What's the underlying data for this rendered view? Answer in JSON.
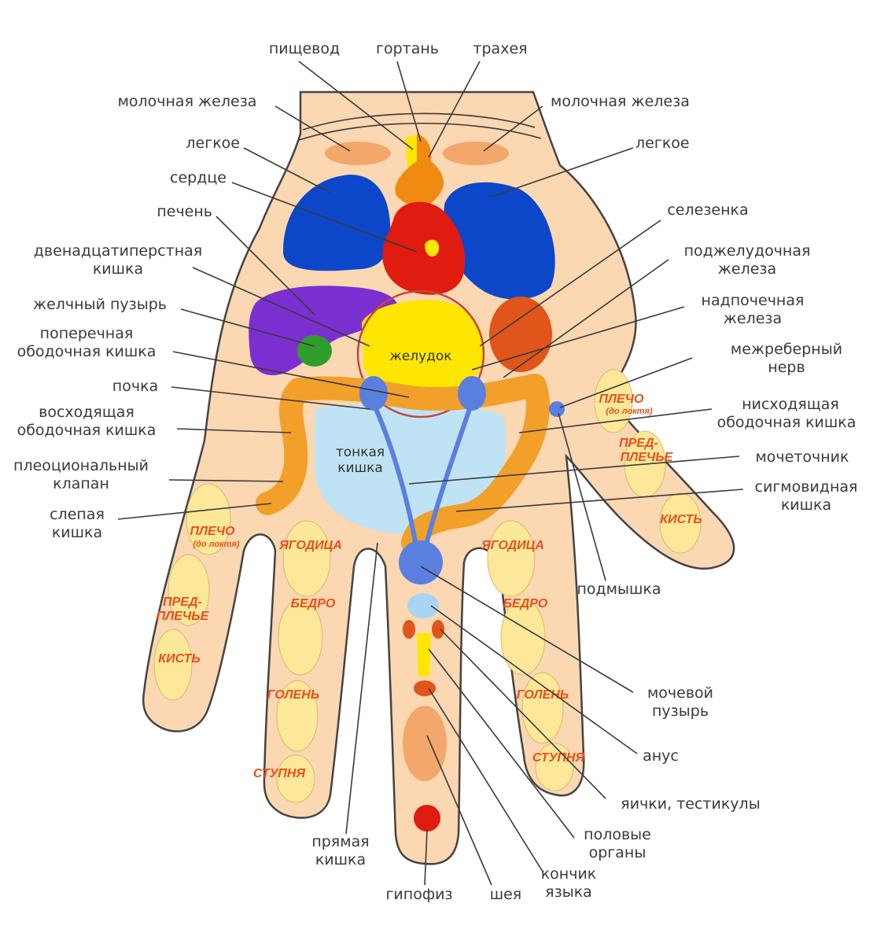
{
  "labels": {
    "esophagus": "пищевод",
    "larynx": "гортань",
    "trachea": "трахея",
    "mammary_left": "молочная железа",
    "mammary_right": "молочная железа",
    "lung_left": "легкое",
    "lung_right": "легкое",
    "heart": "сердце",
    "liver": "печень",
    "duodenum_1": "двенадцатиперстная",
    "duodenum_2": "кишка",
    "gallbladder": "желчный пузырь",
    "transverse_1": "поперечная",
    "transverse_2": "ободочная кишка",
    "kidney": "почка",
    "ascending_1": "восходящая",
    "ascending_2": "ободочная кишка",
    "ileocecal_1": "плеоциональный",
    "ileocecal_2": "клапан",
    "cecum_1": "слепая",
    "cecum_2": "кишка",
    "spleen": "селезенка",
    "pancreas_1": "поджелудочная",
    "pancreas_2": "железа",
    "adrenal_1": "надпочечная",
    "adrenal_2": "железа",
    "intercostal_1": "межреберный",
    "intercostal_2": "нерв",
    "descending_1": "нисходящая",
    "descending_2": "ободочная кишка",
    "ureter": "мочеточник",
    "sigmoid_1": "сигмовидная",
    "sigmoid_2": "кишка",
    "armpit": "подмышка",
    "bladder_1": "мочевой",
    "bladder_2": "пузырь",
    "anus": "анус",
    "testicles": "яички, тестикулы",
    "genitals_1": "половые",
    "genitals_2": "органы",
    "tongue_1": "кончик",
    "tongue_2": "языка",
    "neck": "шея",
    "pituitary": "гипофиз",
    "rectum_1": "прямая",
    "rectum_2": "кишка"
  },
  "organs": {
    "stomach": "желудок",
    "small_intestine_1": "тонкая",
    "small_intestine_2": "кишка"
  },
  "limbs": {
    "shoulder": "ПЛЕЧО",
    "to_elbow": "(до локтя)",
    "forearm_1": "ПРЕД-",
    "forearm_2": "ПЛЕЧЬЕ",
    "hand": "КИСТЬ",
    "buttock": "ЯГОДИЦА",
    "thigh": "БЕДРО",
    "shin": "ГОЛЕНЬ",
    "foot": "СТУПНЯ"
  },
  "colors": {
    "skin": "#fbd7b2",
    "outline": "#444444",
    "lung": "#0d47c9",
    "heart": "#e01b10",
    "liver": "#7b2fd0",
    "gallbladder": "#2e9e2a",
    "stomach": "#ffe600",
    "colon": "#f2a02a",
    "small_intestine": "#bfe3f4",
    "kidney": "#5b7fe0",
    "spleen": "#e0551a",
    "mammary": "#f3a76a",
    "bone": "#fde89a",
    "limb_label": "#e8501c"
  }
}
